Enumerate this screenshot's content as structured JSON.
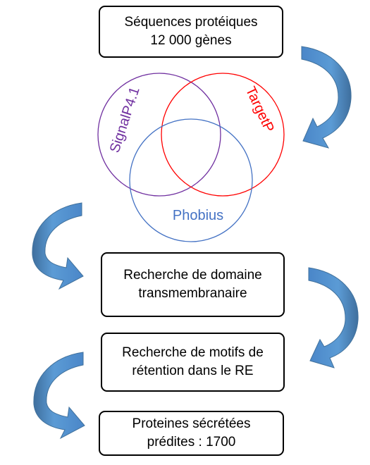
{
  "boxes": {
    "sequences": {
      "line1": "Séquences protéiques",
      "line2": "12 000 gènes"
    },
    "transmembrane": {
      "line1": "Recherche de domaine",
      "line2": "transmembranaire"
    },
    "retention": {
      "line1": "Recherche de motifs de",
      "line2": "rétention dans le RE"
    },
    "secreted": {
      "line1": "Proteines sécrétées",
      "line2": "prédites : 1700"
    }
  },
  "venn": {
    "signalp": {
      "label": "SignalP4.1",
      "color": "#7030a0"
    },
    "targetp": {
      "label": "TargetP",
      "color": "#ff0000"
    },
    "phobius": {
      "label": "Phobius",
      "color": "#4472c4"
    }
  },
  "colors": {
    "arrow_light": "#5b9bd5",
    "arrow_dark": "#41719c"
  }
}
